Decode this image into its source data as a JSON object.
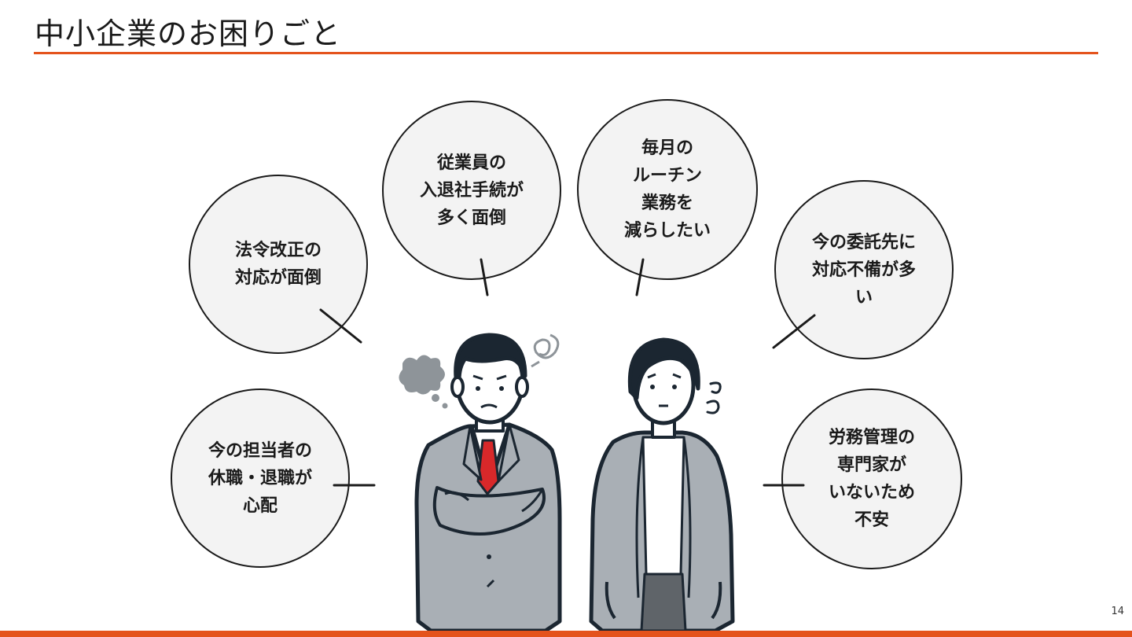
{
  "slide": {
    "title": "中小企業のお困りごと",
    "page_number": "14",
    "accent_color": "#e4531c"
  },
  "bubbles": [
    {
      "id": "legal-revision",
      "text": "法令改正の\n対応が面倒"
    },
    {
      "id": "onboarding",
      "text": "従業員の\n入退社手続が\n多く面倒"
    },
    {
      "id": "routine",
      "text": "毎月の\nルーチン\n業務を\n減らしたい"
    },
    {
      "id": "outsourcing",
      "text": "今の委託先に\n対応不備が多\nい"
    },
    {
      "id": "staff-leave",
      "text": "今の担当者の\n休職・退職が\n心配"
    },
    {
      "id": "no-expert",
      "text": "労務管理の\n専門家が\nいないため\n不安"
    }
  ],
  "illustration": {
    "subjects": [
      "businessman-arms-crossed",
      "businesswoman-worried"
    ],
    "suit_color": "#a9afb5",
    "outline_color": "#1b2631",
    "tie_color": "#d8282a"
  }
}
